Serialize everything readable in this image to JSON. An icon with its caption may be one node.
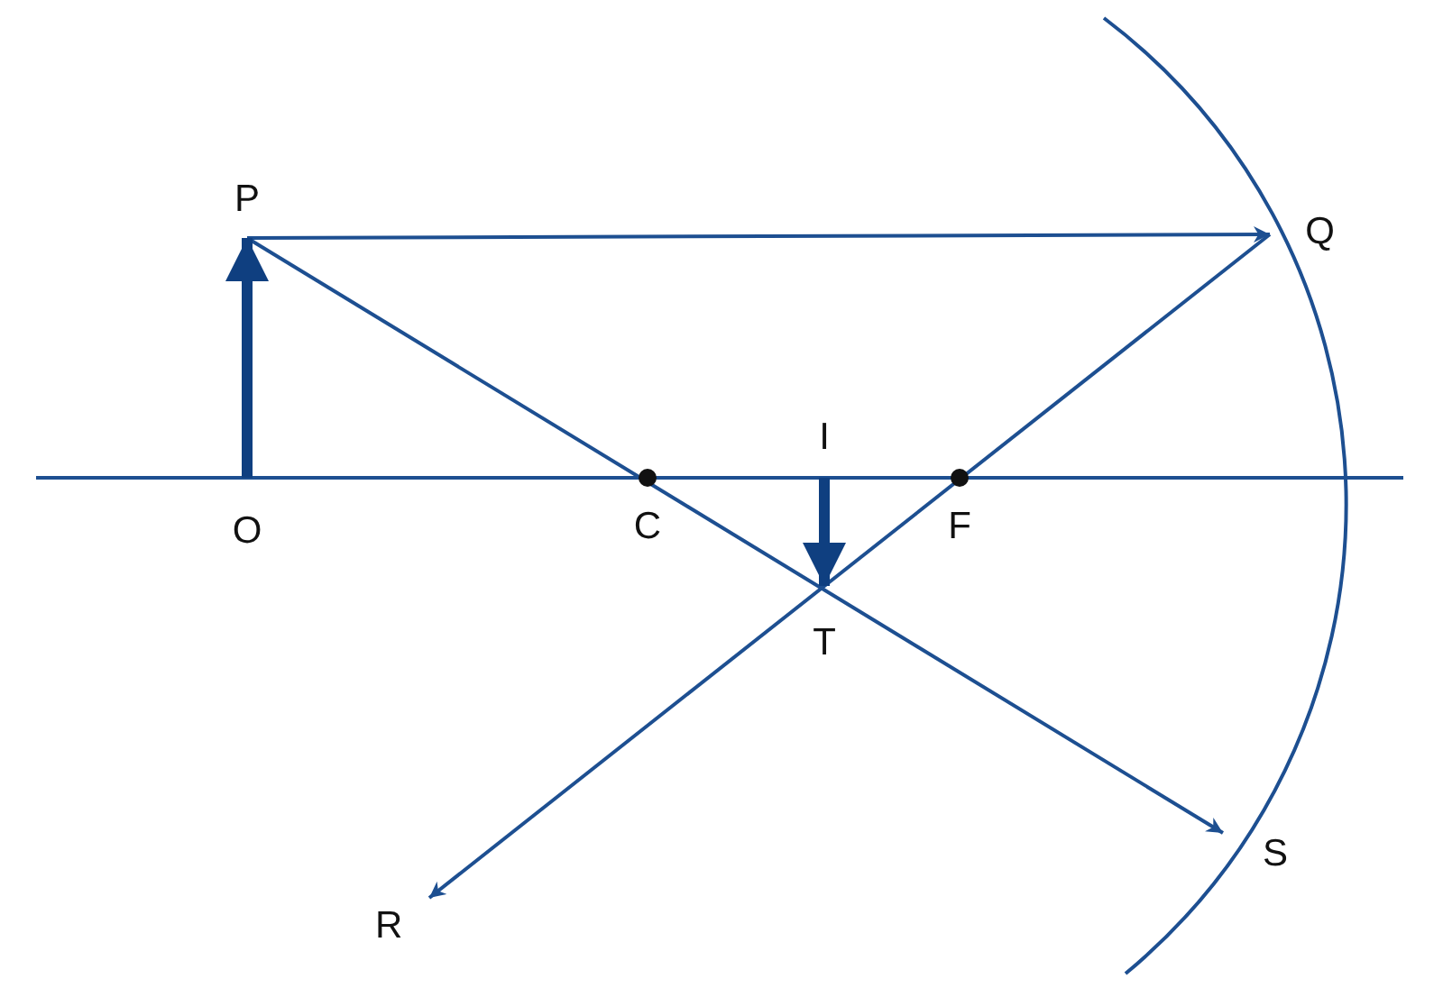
{
  "diagram": {
    "nodes": [
      {
        "text": [
          "P"
        ]
      },
      {
        "text": [
          "Q"
        ]
      },
      {
        "text": [
          "S"
        ]
      },
      {
        "text": [
          "R"
        ]
      },
      {
        "text": [
          "T"
        ]
      },
      {
        "text": [
          "O"
        ]
      },
      {
        "text": [
          "I"
        ]
      }
    ],
    "edges": [
      {
        "from": 0,
        "to": 1,
        "arrow": "to"
      },
      {
        "from": 1,
        "to": 3,
        "arrow": "to"
      },
      {
        "from": 0,
        "to": 2,
        "arrow": "to"
      },
      {
        "from": 5,
        "to": 0,
        "arrow": "to",
        "style": "thick"
      },
      {
        "from": 6,
        "to": 4,
        "arrow": "to",
        "style": "thick"
      }
    ],
    "labels": [
      "C",
      "F"
    ]
  }
}
